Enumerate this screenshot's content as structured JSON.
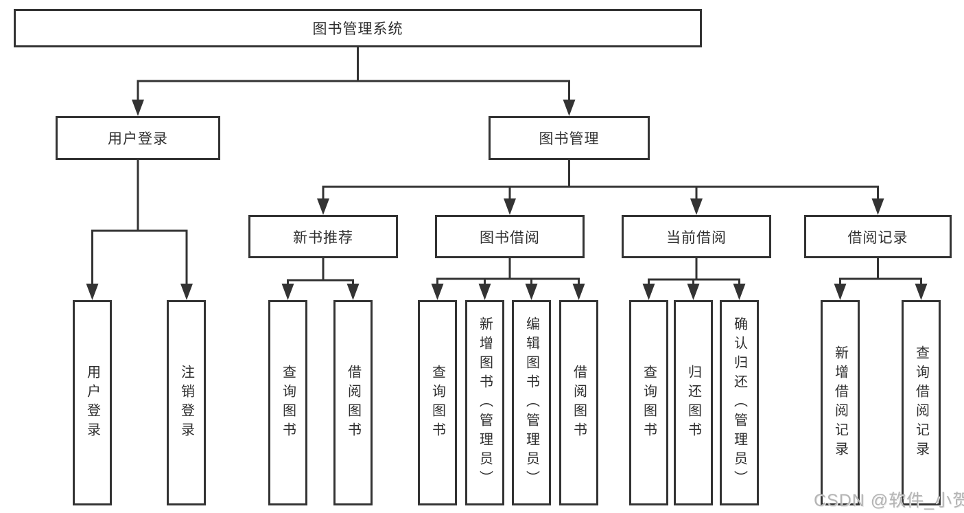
{
  "diagram": {
    "title": "图书管理系统",
    "level2": [
      {
        "label": "用户登录"
      },
      {
        "label": "图书管理"
      }
    ],
    "login_children": [
      "用户登录",
      "注销登录"
    ],
    "modules": [
      {
        "label": "新书推荐",
        "children": [
          "查询图书",
          "借阅图书"
        ]
      },
      {
        "label": "图书借阅",
        "children": [
          "查询图书",
          "新增图书（管理员）",
          "编辑图书（管理员）",
          "借阅图书"
        ]
      },
      {
        "label": "当前借阅",
        "children": [
          "查询图书",
          "归还图书",
          "确认归还（管理员）"
        ]
      },
      {
        "label": "借阅记录",
        "children": [
          "新增借阅记录",
          "查询借阅记录"
        ]
      }
    ]
  },
  "watermark": "CSDN @软件_小贺同学",
  "colors": {
    "line": "#333333",
    "text": "#2f2f2f",
    "watermark": "#b4b4b4",
    "background": "#ffffff"
  }
}
